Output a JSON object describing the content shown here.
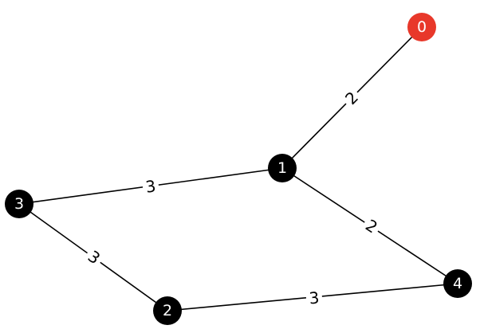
{
  "graph": {
    "nodes": [
      {
        "id": "0",
        "label": "0",
        "color": "#e8382a"
      },
      {
        "id": "1",
        "label": "1",
        "color": "#000000"
      },
      {
        "id": "2",
        "label": "2",
        "color": "#000000"
      },
      {
        "id": "3",
        "label": "3",
        "color": "#000000"
      },
      {
        "id": "4",
        "label": "4",
        "color": "#000000"
      }
    ],
    "edges": [
      {
        "source": "0",
        "target": "1",
        "weight": "2"
      },
      {
        "source": "1",
        "target": "3",
        "weight": "3"
      },
      {
        "source": "1",
        "target": "4",
        "weight": "2"
      },
      {
        "source": "3",
        "target": "2",
        "weight": "3"
      },
      {
        "source": "2",
        "target": "4",
        "weight": "3"
      }
    ]
  }
}
